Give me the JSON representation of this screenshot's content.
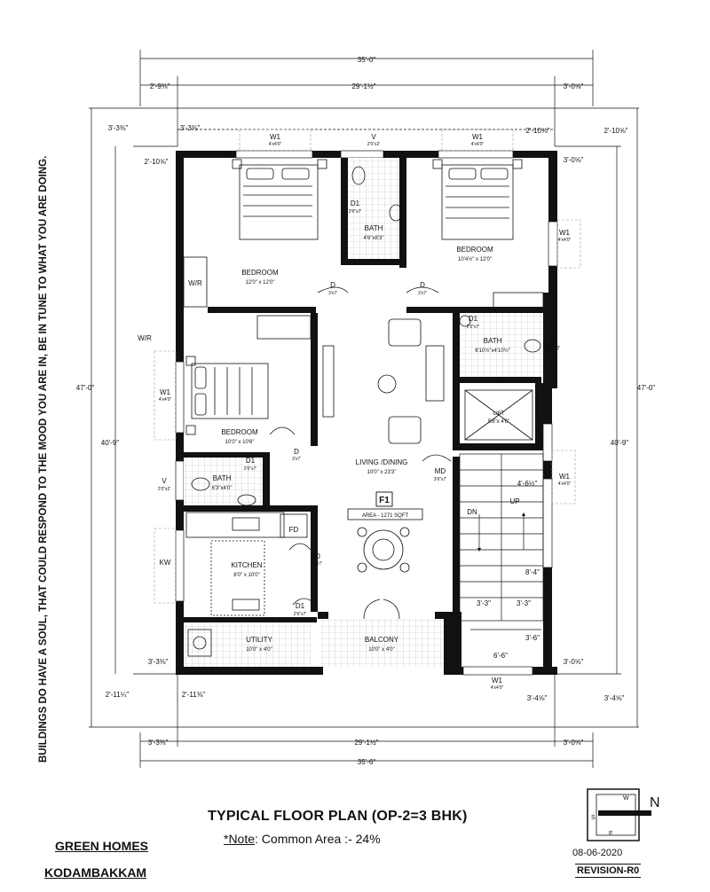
{
  "side_text": "BUILDINGS DO HAVE A SOUL, THAT COULD RESPOND TO THE MOOD YOU ARE IN, BE IN TUNE TO WHAT YOU ARE DOING.",
  "title": "TYPICAL FLOOR PLAN (OP-2=3 BHK)",
  "note_prefix": "*Note",
  "note_text": ": Common Area :- 24%",
  "project_name": "GREEN HOMES",
  "project_location": "KODAMBAKKAM",
  "date": "08-06-2020",
  "revision": "REVISION-R0",
  "compass": {
    "w": "W",
    "s": "S",
    "e": "E",
    "north": "N"
  },
  "flat_id": "F1",
  "flat_area": "AREA - 1271 SQFT",
  "rooms": {
    "bedroom1": {
      "name": "BEDROOM",
      "size": "12'0\" x 12'0\""
    },
    "bedroom2": {
      "name": "BEDROOM",
      "size": "10'4½\" x 12'0\""
    },
    "bedroom3": {
      "name": "BEDROOM",
      "size": "10'0\" x 10'6\""
    },
    "bath1": {
      "name": "BATH",
      "size": "4'6\"x8'3\""
    },
    "bath2": {
      "name": "BATH",
      "size": "6'10½\"x4'10½\""
    },
    "bath3": {
      "name": "BATH",
      "size": "6'3\"x4'0\""
    },
    "living": {
      "name": "LIVING /DINING",
      "size": "10'0\" x 23'3\""
    },
    "kitchen": {
      "name": "KITCHEN",
      "size": "8'0\" x 10'0\""
    },
    "utility": {
      "name": "UTILITY",
      "size": "10'0\" x 4'0\""
    },
    "balcony": {
      "name": "BALCONY",
      "size": "10'0\" x 4'0\""
    },
    "lift": {
      "name": "LIFT",
      "size": "5'8\"x 4'6\""
    }
  },
  "labels": {
    "wr": "W/R",
    "wr_left": "W/R",
    "fd": "FD",
    "kw": "KW",
    "md": "MD",
    "dn": "DN",
    "up": "UP",
    "w1": "W1",
    "v": "V",
    "d": "D",
    "d1": "D1",
    "w1_size": "4'x4'0\"",
    "v_size": "2'0\"x2'",
    "d_size": "3'x7'",
    "d1_size": "2'6\"x7'",
    "md_size": "3'6\"x7'"
  },
  "dims": {
    "top_overall": "35'-0\"",
    "top_left": "2'-9⅜\"",
    "top_mid": "29'-1½\"",
    "top_right": "3'-0⅝\"",
    "top2_left": "3'-3⅜\"",
    "top2_right": "2'-10⅝\"",
    "top2_right_out": "2'-10⅝\"",
    "left_top": "3'-3⅜\"",
    "left_row2": "2'-10⅝\"",
    "right_row2": "3'-0⅝\"",
    "left_overall": "47'-0\"",
    "left_inner": "40'-9\"",
    "right_overall": "47'-0\"",
    "right_inner": "40'-9\"",
    "stair_w": "4'-6½\"",
    "stair_mid": "8'-4\"",
    "stair_a": "3'-3\"",
    "stair_b": "3'-3\"",
    "stair_c": "3'-6\"",
    "stair_d": "6'-6\"",
    "bot_left_in": "3'-3⅜\"",
    "bot_right_in": "3'-0⅝\"",
    "bot_left_out": "2'-11¼\"",
    "bot_left_out2": "2'-11⅜\"",
    "bot_right_out": "3'-4⅝\"",
    "bot_right_out2": "3'-4⅝\"",
    "bottom_left": "3'-3⅜\"",
    "bottom_mid": "29'-1½\"",
    "bottom_right": "3'-0⅝\"",
    "bottom_overall": "35'-6\""
  }
}
